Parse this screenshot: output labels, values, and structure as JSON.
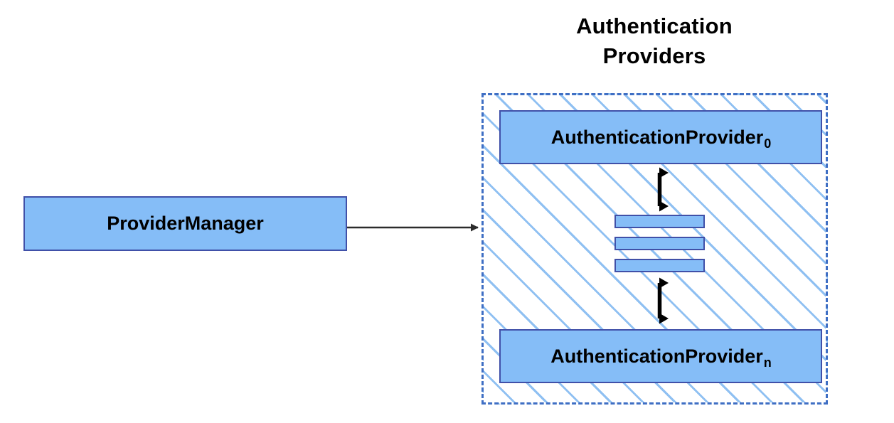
{
  "diagram": {
    "title": "Authentication Providers",
    "group": {
      "label": "Authentication Providers",
      "label_line1": "Authentication",
      "label_line2": "Providers",
      "border_style": "dashed",
      "border_color": "#3f6fc4",
      "hatch_color": "#8fc0f2"
    },
    "nodes": [
      {
        "id": "provider-manager",
        "label": "ProviderManager",
        "subscript": "",
        "fill": "#85bdf7",
        "border": "#4050a8",
        "shadow": "#b3b3b3"
      },
      {
        "id": "authentication-provider-0",
        "label": "AuthenticationProvider",
        "subscript": "0",
        "fill": "#85bdf7",
        "border": "#4050a8",
        "shadow": "#b3b3b3"
      },
      {
        "id": "authentication-provider-n",
        "label": "AuthenticationProvider",
        "subscript": "n",
        "fill": "#85bdf7",
        "border": "#4050a8",
        "shadow": "#b3b3b3"
      }
    ],
    "ellipsis_bars": {
      "count": 3,
      "meaning": "additional providers",
      "fill": "#85bdf7",
      "border": "#4050a8"
    },
    "connectors": [
      {
        "id": "manager-to-group",
        "from": "provider-manager",
        "to": "authentication-providers-group",
        "style": "single-arrow",
        "color": "#3a3a3a"
      },
      {
        "id": "provider0-to-bars",
        "from": "authentication-provider-0",
        "to": "ellipsis-bars",
        "style": "double-arrow",
        "color": "#000000"
      },
      {
        "id": "bars-to-providern",
        "from": "ellipsis-bars",
        "to": "authentication-provider-n",
        "style": "double-arrow",
        "color": "#000000"
      }
    ]
  }
}
